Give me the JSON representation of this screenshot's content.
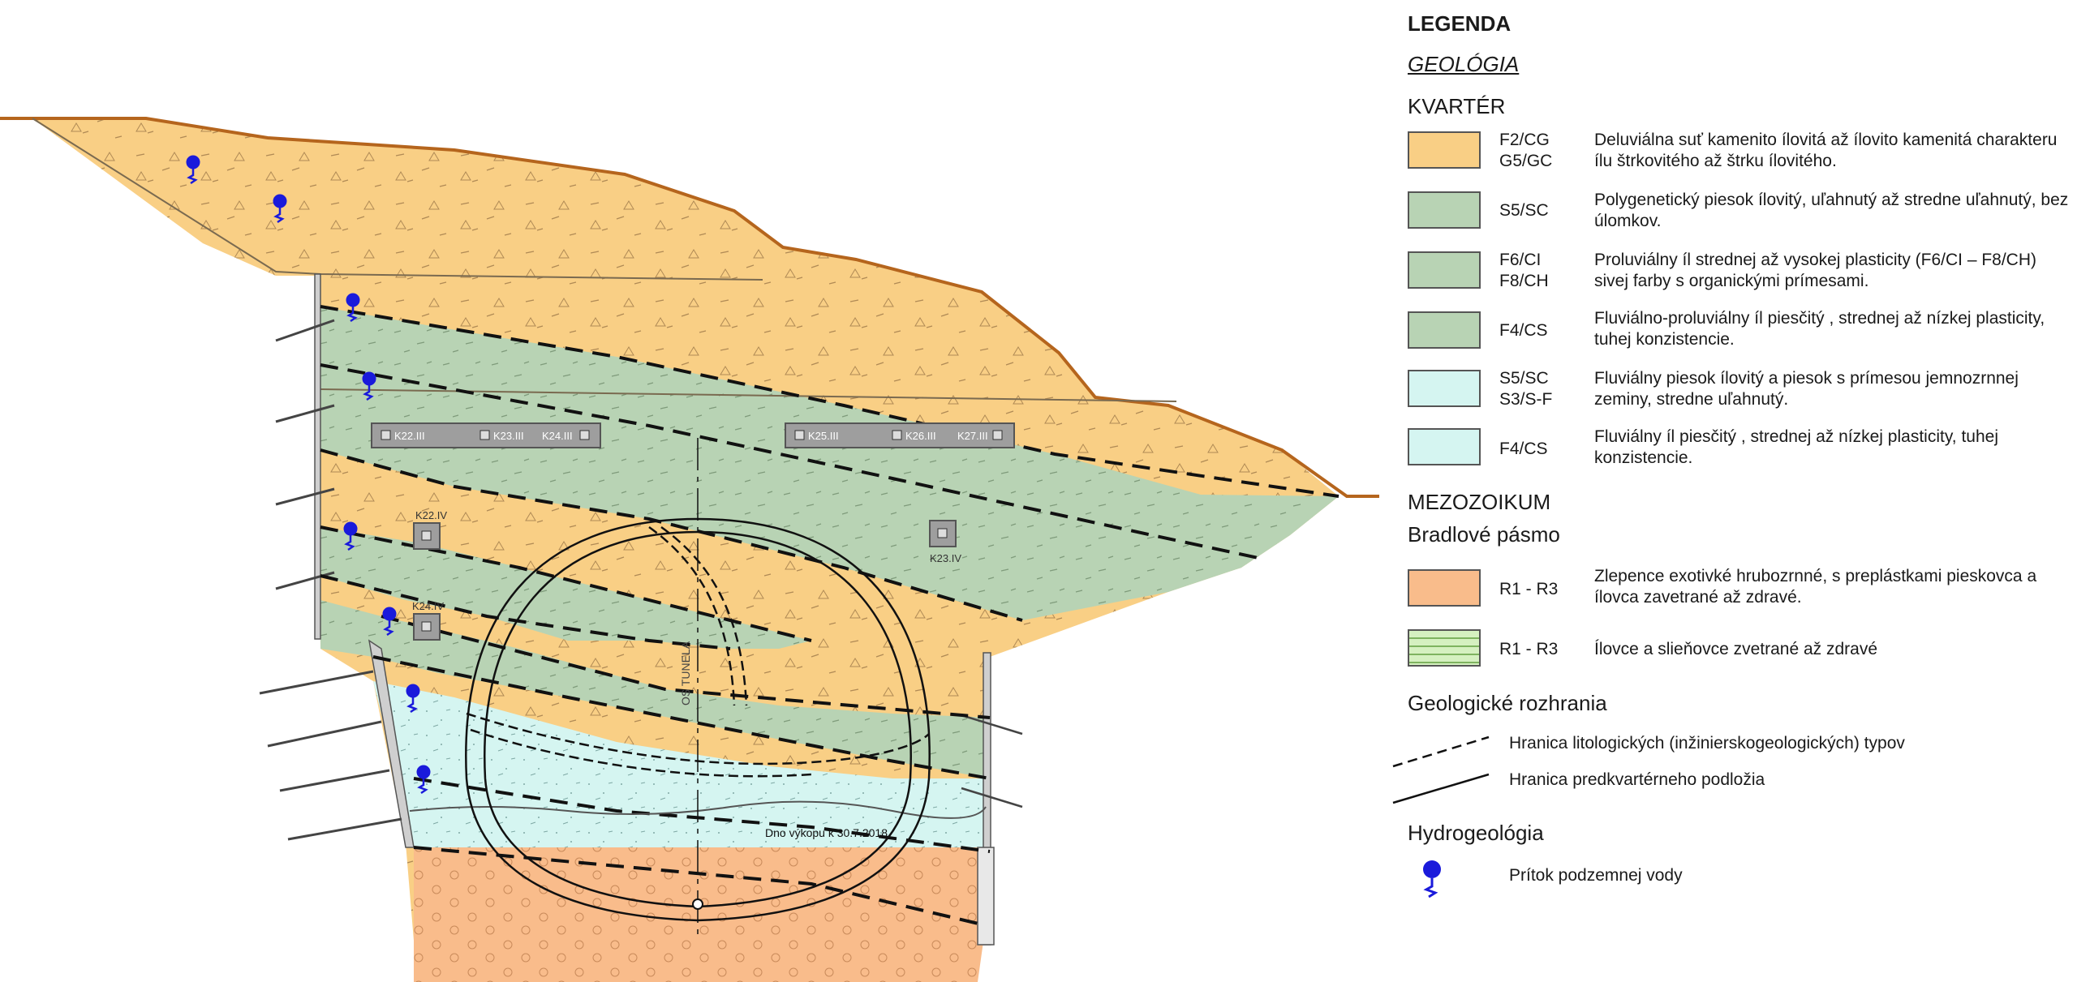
{
  "section": {
    "monitor_boxes_top_left": [
      "K22.III",
      "K23.III",
      "K24.III"
    ],
    "monitor_boxes_top_right": [
      "K25.III",
      "K26.III",
      "K27.III"
    ],
    "point_labels": {
      "k22iv": "K22.IV",
      "k23iv": "K23.IV",
      "k24iv": "K24.IV"
    },
    "axis_label": "OS TUNELA",
    "excavation_note": "Dno výkopu k 30.7.2018"
  },
  "legend": {
    "title": "LEGENDA",
    "geology_heading": "GEOLÓGIA",
    "quaternary_heading": "KVARTÉR",
    "quaternary_items": [
      {
        "code": "F2/CG\nG5/GC",
        "desc": "Deluviálna suť kamenito ílovitá až ílovito kamenitá charakteru ílu štrkovitého až štrku ílovitého.",
        "color": "#f9cf85"
      },
      {
        "code": "S5/SC",
        "desc": "Polygenetický piesok ílovitý, uľahnutý až stredne uľahnutý, bez úlomkov.",
        "color": "#b8d3b4"
      },
      {
        "code": "F6/CI\nF8/CH",
        "desc": "Proluviálny íl strednej až vysokej plasticity (F6/CI – F8/CH) sivej farby s organickými prímesami.",
        "color": "#b8d3b4"
      },
      {
        "code": "F4/CS",
        "desc": "Fluviálno-proluviálny íl piesčitý , strednej až nízkej plasticity, tuhej konzistencie.",
        "color": "#b8d3b4"
      },
      {
        "code": "S5/SC\nS3/S-F",
        "desc": "Fluviálny piesok ílovitý a piesok s prímesou jemnozrnnej zeminy, stredne uľahnutý.",
        "color": "#d5f5f1"
      },
      {
        "code": "F4/CS",
        "desc": "Fluviálny íl piesčitý , strednej až nízkej plasticity, tuhej konzistencie.",
        "color": "#d5f5f1"
      }
    ],
    "mesozoic_heading": "MEZOZOIKUM",
    "klippen_heading": "Bradlové pásmo",
    "mesozoic_items": [
      {
        "code": "R1 - R3",
        "desc": "Zlepence exotivké hrubozrnné, s preplástkami pieskovca a ílovca zavetrané až zdravé.",
        "color": "#f9bc8b"
      },
      {
        "code": "R1 - R3",
        "desc": "Ílovce a slieňovce zvetrané až zdravé",
        "color": "#d5f0c0"
      }
    ],
    "boundaries_heading": "Geologické rozhrania",
    "boundary_items": [
      "Hranica litologických (inžinierskogeologických) typov",
      "Hranica predkvartérneho podložia"
    ],
    "hydro_heading": "Hydrogeológia",
    "hydro_item": "Prítok podzemnej vody"
  },
  "colors": {
    "deluvial": "#f9cf85",
    "green_layer": "#b8d3b4",
    "cyan_layer": "#d5f5f1",
    "conglomerate": "#f9bc8b",
    "claystone": "#d5f0c0",
    "terrain_line": "#b5651d",
    "water_icon": "#1a1adb"
  }
}
